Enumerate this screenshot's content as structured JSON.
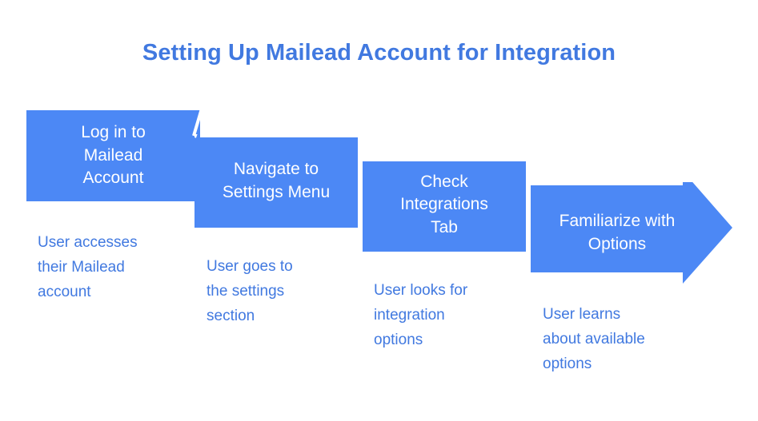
{
  "title": "Setting Up Mailead Account for Integration",
  "colors": {
    "shape_fill": "#4c88f5",
    "shape_text": "#ffffff",
    "title_text": "#4179e0",
    "caption_text": "#4179e0",
    "background": "#ffffff",
    "fold_line": "#ffffff"
  },
  "chart_data": {
    "type": "diagram",
    "diagram_kind": "chevron-process-flow",
    "title": "Setting Up Mailead Account for Integration",
    "direction": "left-to-right",
    "step_count": 4,
    "steps": [
      {
        "index": 1,
        "label": "Log in to\nMailead\nAccount",
        "caption": "User accesses\ntheir Mailead\naccount",
        "shape": "rectangle"
      },
      {
        "index": 2,
        "label": "Navigate to\nSettings Menu",
        "caption": "User goes to\nthe settings\nsection",
        "shape": "rectangle-folded"
      },
      {
        "index": 3,
        "label": "Check\nIntegrations\nTab",
        "caption": "User looks for\nintegration\noptions",
        "shape": "rectangle-folded"
      },
      {
        "index": 4,
        "label": "Familiarize with\nOptions",
        "caption": "User learns\nabout available\noptions",
        "shape": "arrow-right"
      }
    ]
  }
}
